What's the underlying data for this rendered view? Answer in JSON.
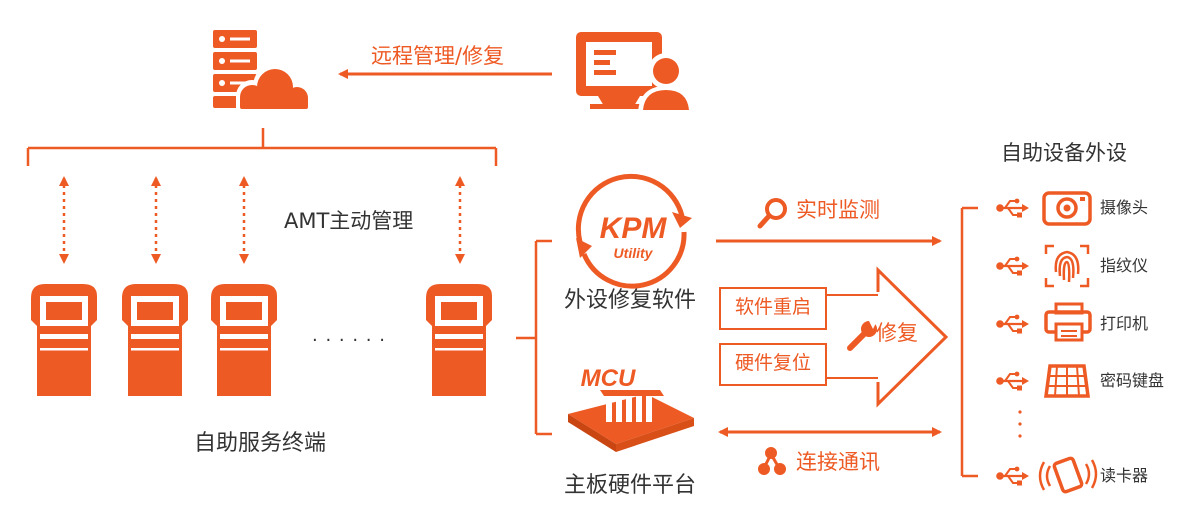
{
  "colors": {
    "accent": "#ee5a24",
    "text": "#333333"
  },
  "remote_repair_label": "远程管理/修复",
  "amt_label": "AMT主动管理",
  "terminals_label": "自助服务终端",
  "ellipsis": "· · · · · ·",
  "kpm_logo_text": "KPM",
  "kpm_logo_sub": "Utility",
  "kpm_label": "外设修复软件",
  "mcu_logo_text": "MCU",
  "mcu_label": "主板硬件平台",
  "realtime_monitor_label": "实时监测",
  "connect_comm_label": "连接通讯",
  "repair_label": "修复",
  "software_restart_label": "软件重启",
  "hardware_reset_label": "硬件复位",
  "peripherals_title": "自助设备外设",
  "peripherals": [
    {
      "label": "摄像头",
      "icon": "camera-icon"
    },
    {
      "label": "指纹仪",
      "icon": "fingerprint-icon"
    },
    {
      "label": "打印机",
      "icon": "printer-icon"
    },
    {
      "label": "密码键盘",
      "icon": "keypad-icon"
    },
    {
      "label": "读卡器",
      "icon": "card-reader-icon"
    }
  ]
}
